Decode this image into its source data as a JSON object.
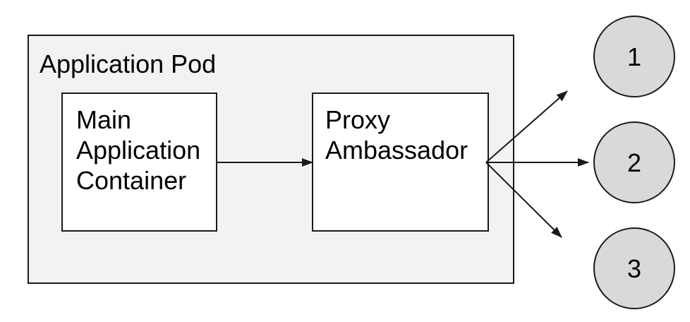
{
  "diagram": {
    "type": "architecture-diagram",
    "pod": {
      "label": "Application Pod"
    },
    "nodes": {
      "main_container": {
        "lines": [
          "Main",
          "Application",
          "Container"
        ]
      },
      "proxy_ambassador": {
        "lines": [
          "Proxy",
          "Ambassador"
        ]
      },
      "services": [
        {
          "label": "1"
        },
        {
          "label": "2"
        },
        {
          "label": "3"
        }
      ]
    },
    "edges": [
      {
        "from": "main-application-container",
        "to": "proxy-ambassador"
      },
      {
        "from": "proxy-ambassador",
        "to": "service-1"
      },
      {
        "from": "proxy-ambassador",
        "to": "service-2"
      },
      {
        "from": "proxy-ambassador",
        "to": "service-3"
      }
    ],
    "colors": {
      "canvas_bg": "#ffffff",
      "pod_fill": "#f2f2f2",
      "box_fill": "#ffffff",
      "circle_fill": "#d9d9d9",
      "stroke": "#1a1a1a",
      "text": "#000000"
    }
  }
}
